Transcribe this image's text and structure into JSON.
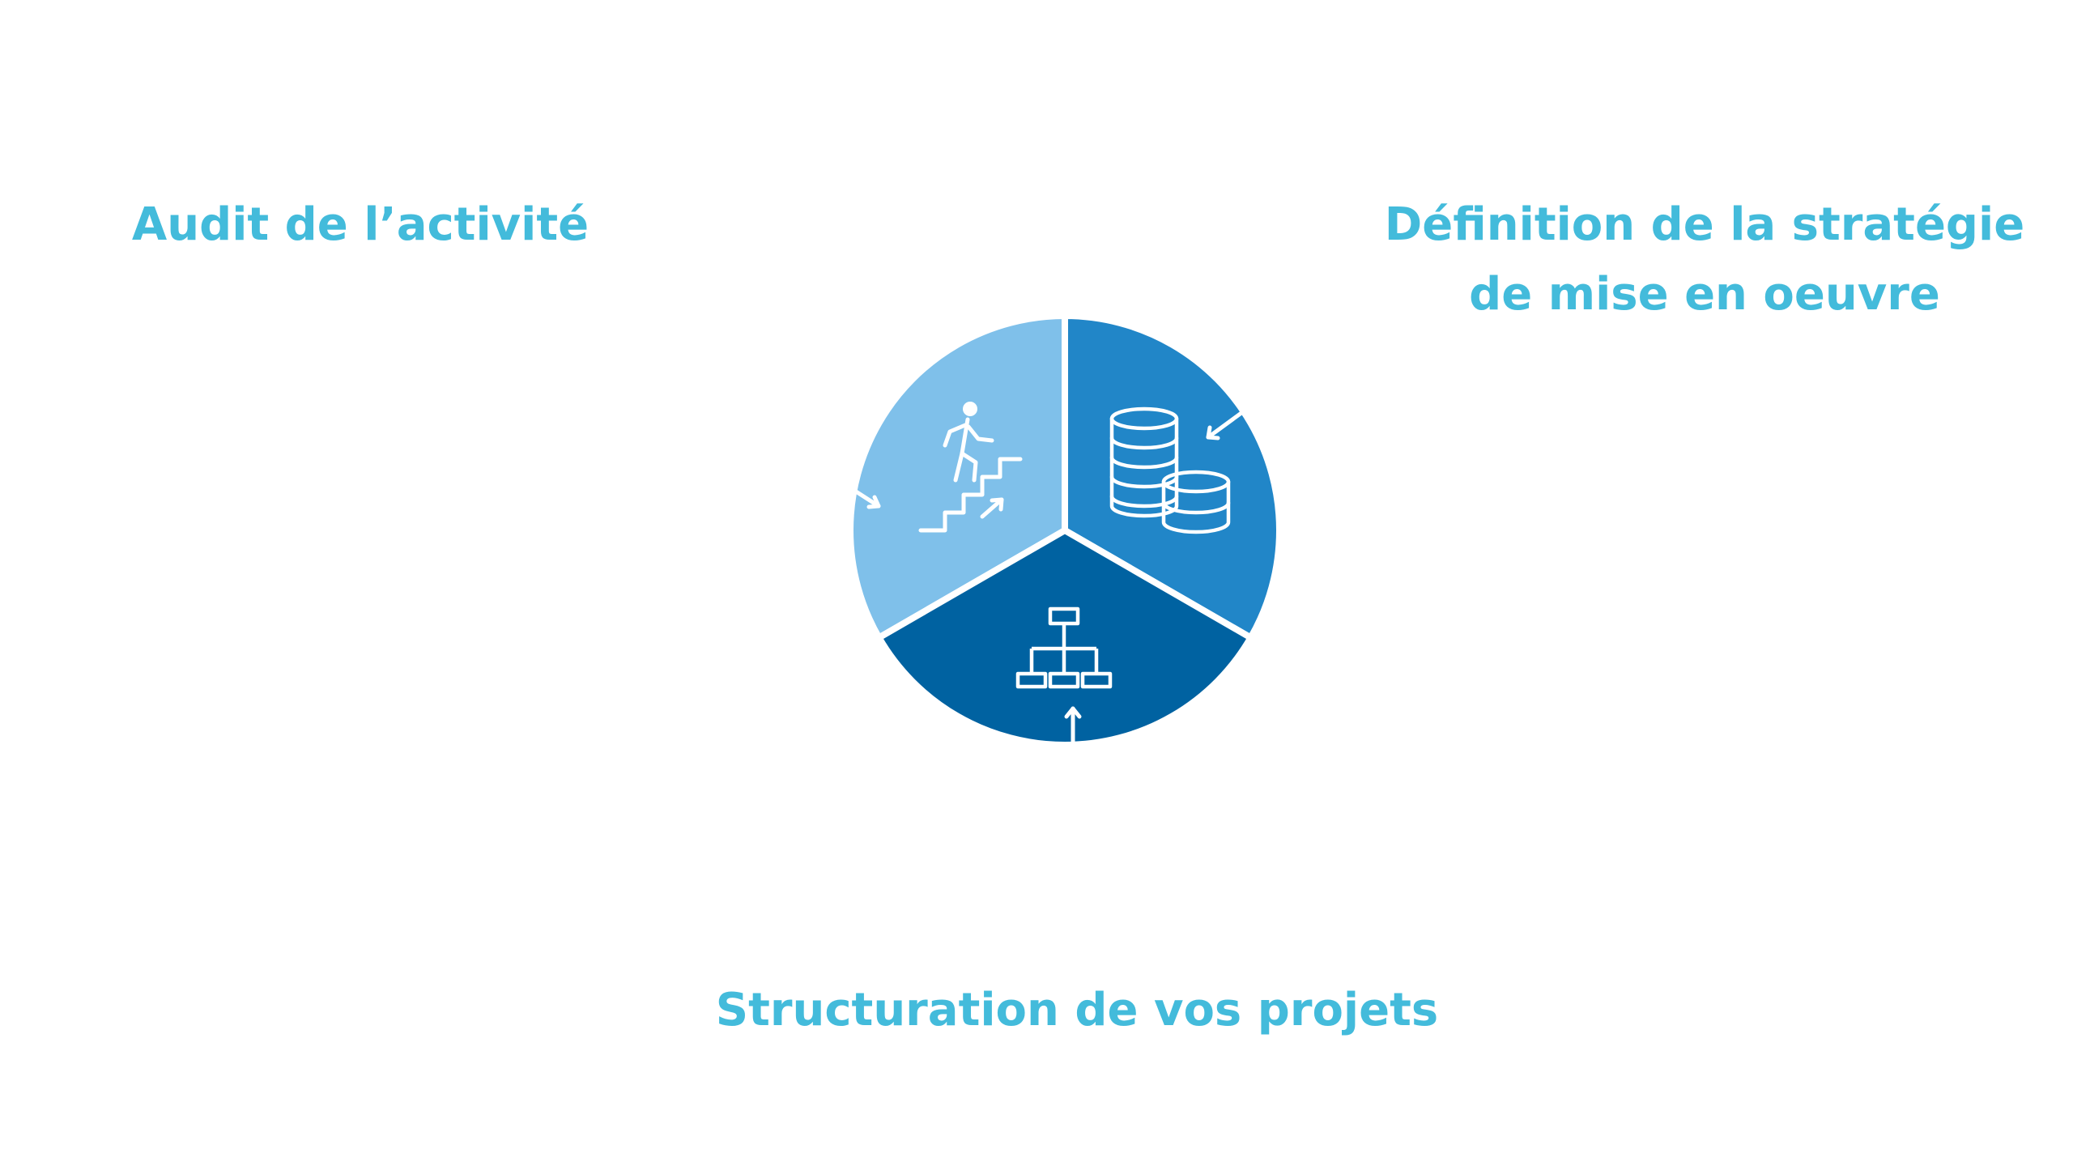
{
  "diagram": {
    "segments": [
      {
        "id": "audit",
        "title": "Audit de l’activité",
        "color": "#7FC0EA",
        "icon": "stairs-climber-icon"
      },
      {
        "id": "strategy",
        "title_line1": "Définition de la stratégie",
        "title_line2": "de mise en oeuvre",
        "color": "#2186C8",
        "icon": "coins-stack-icon"
      },
      {
        "id": "structuration",
        "title": "Structuration de vos projets",
        "color": "#0062A1",
        "icon": "org-chart-icon"
      }
    ]
  }
}
